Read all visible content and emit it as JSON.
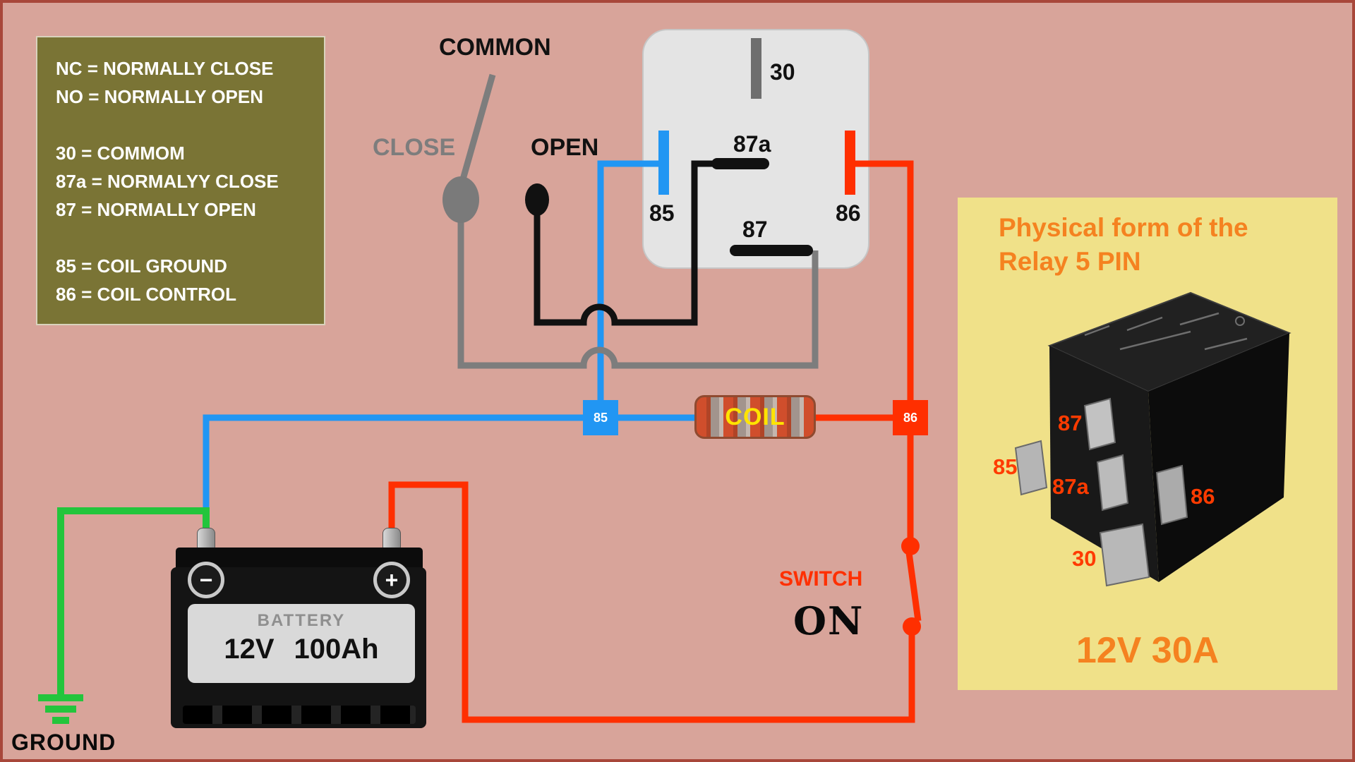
{
  "colors": {
    "background": "#d8a49a",
    "page_border": "#a8473a",
    "legend_bg": "#7a7435",
    "relay_body": "#e4e4e4",
    "wire_gray": "#7d7d7d",
    "wire_black": "#111111",
    "wire_blue": "#2196f3",
    "wire_red": "#ff2f00",
    "wire_green": "#23c53c",
    "coil_yellow": "#ffe400",
    "panel_bg": "#f0e189",
    "panel_accent": "#f58220",
    "photo_pin_label": "#ff3b00"
  },
  "legend": {
    "lines": [
      "NC = NORMALLY CLOSE",
      "NO = NORMALLY OPEN",
      "",
      "30 = COMMOM",
      "87a = NORMALYY CLOSE",
      "87 = NORMALLY OPEN",
      "",
      "85 = COIL GROUND",
      "86 = COIL CONTROL"
    ]
  },
  "relay_diagram": {
    "common_label": "COMMON",
    "close_label": "CLOSE",
    "open_label": "OPEN",
    "pin30": "30",
    "pin87a": "87a",
    "pin87": "87",
    "pin85": "85",
    "pin86": "86"
  },
  "coil": {
    "label": "COIL",
    "node85": "85",
    "node86": "86"
  },
  "switch": {
    "label": "SWITCH",
    "state": "ON"
  },
  "battery": {
    "name": "BATTERY",
    "voltage": "12V",
    "capacity": "100Ah",
    "minus": "−",
    "plus": "+"
  },
  "ground": {
    "label": "GROUND"
  },
  "physical_panel": {
    "title_line1": "Physical form of the",
    "title_line2": "Relay 5 PIN",
    "rating": "12V 30A",
    "pin_labels": {
      "p87": "87",
      "p85": "85",
      "p87a": "87a",
      "p86": "86",
      "p30": "30"
    }
  }
}
